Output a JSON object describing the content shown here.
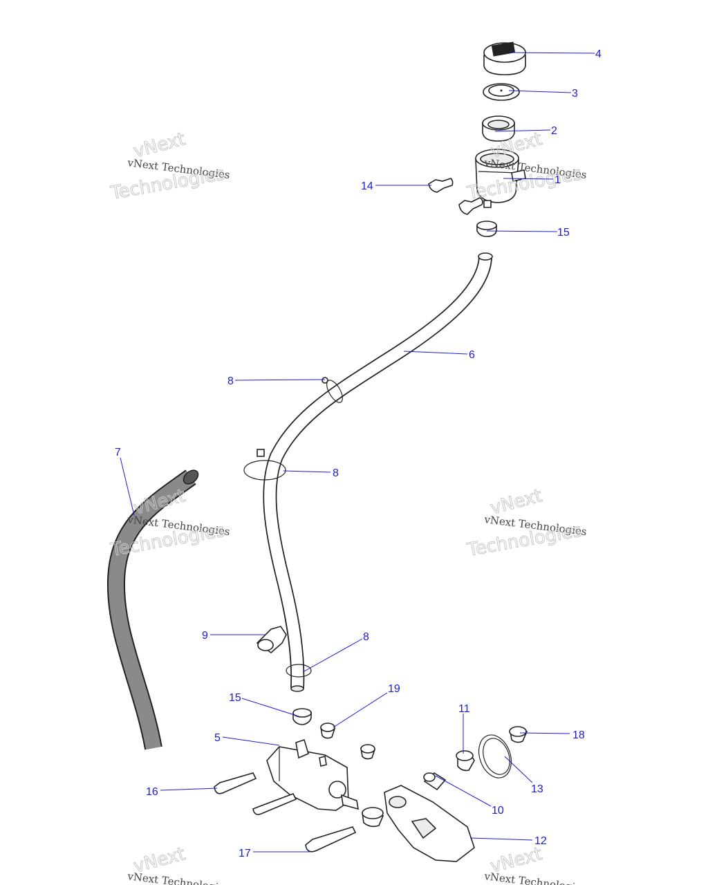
{
  "diagram": {
    "callouts": [
      {
        "id": "c4",
        "label": "4"
      },
      {
        "id": "c3",
        "label": "3"
      },
      {
        "id": "c2",
        "label": "2"
      },
      {
        "id": "c1",
        "label": "1"
      },
      {
        "id": "c14",
        "label": "14"
      },
      {
        "id": "c15a",
        "label": "15"
      },
      {
        "id": "c6",
        "label": "6"
      },
      {
        "id": "c8a",
        "label": "8"
      },
      {
        "id": "c8b",
        "label": "8"
      },
      {
        "id": "c7",
        "label": "7"
      },
      {
        "id": "c9",
        "label": "9"
      },
      {
        "id": "c8c",
        "label": "8"
      },
      {
        "id": "c19",
        "label": "19"
      },
      {
        "id": "c15b",
        "label": "15"
      },
      {
        "id": "c11",
        "label": "11"
      },
      {
        "id": "c18",
        "label": "18"
      },
      {
        "id": "c5",
        "label": "5"
      },
      {
        "id": "c13",
        "label": "13"
      },
      {
        "id": "c16",
        "label": "16"
      },
      {
        "id": "c10",
        "label": "10"
      },
      {
        "id": "c12",
        "label": "12"
      },
      {
        "id": "c17",
        "label": "17"
      }
    ],
    "watermark": {
      "line1": "vNext",
      "line2": "vNext Technologies",
      "line3": "Technologies"
    },
    "colors": {
      "callout": "#1a1ad6",
      "line": "#222222",
      "hose_dark": "#8a8a8a"
    }
  }
}
